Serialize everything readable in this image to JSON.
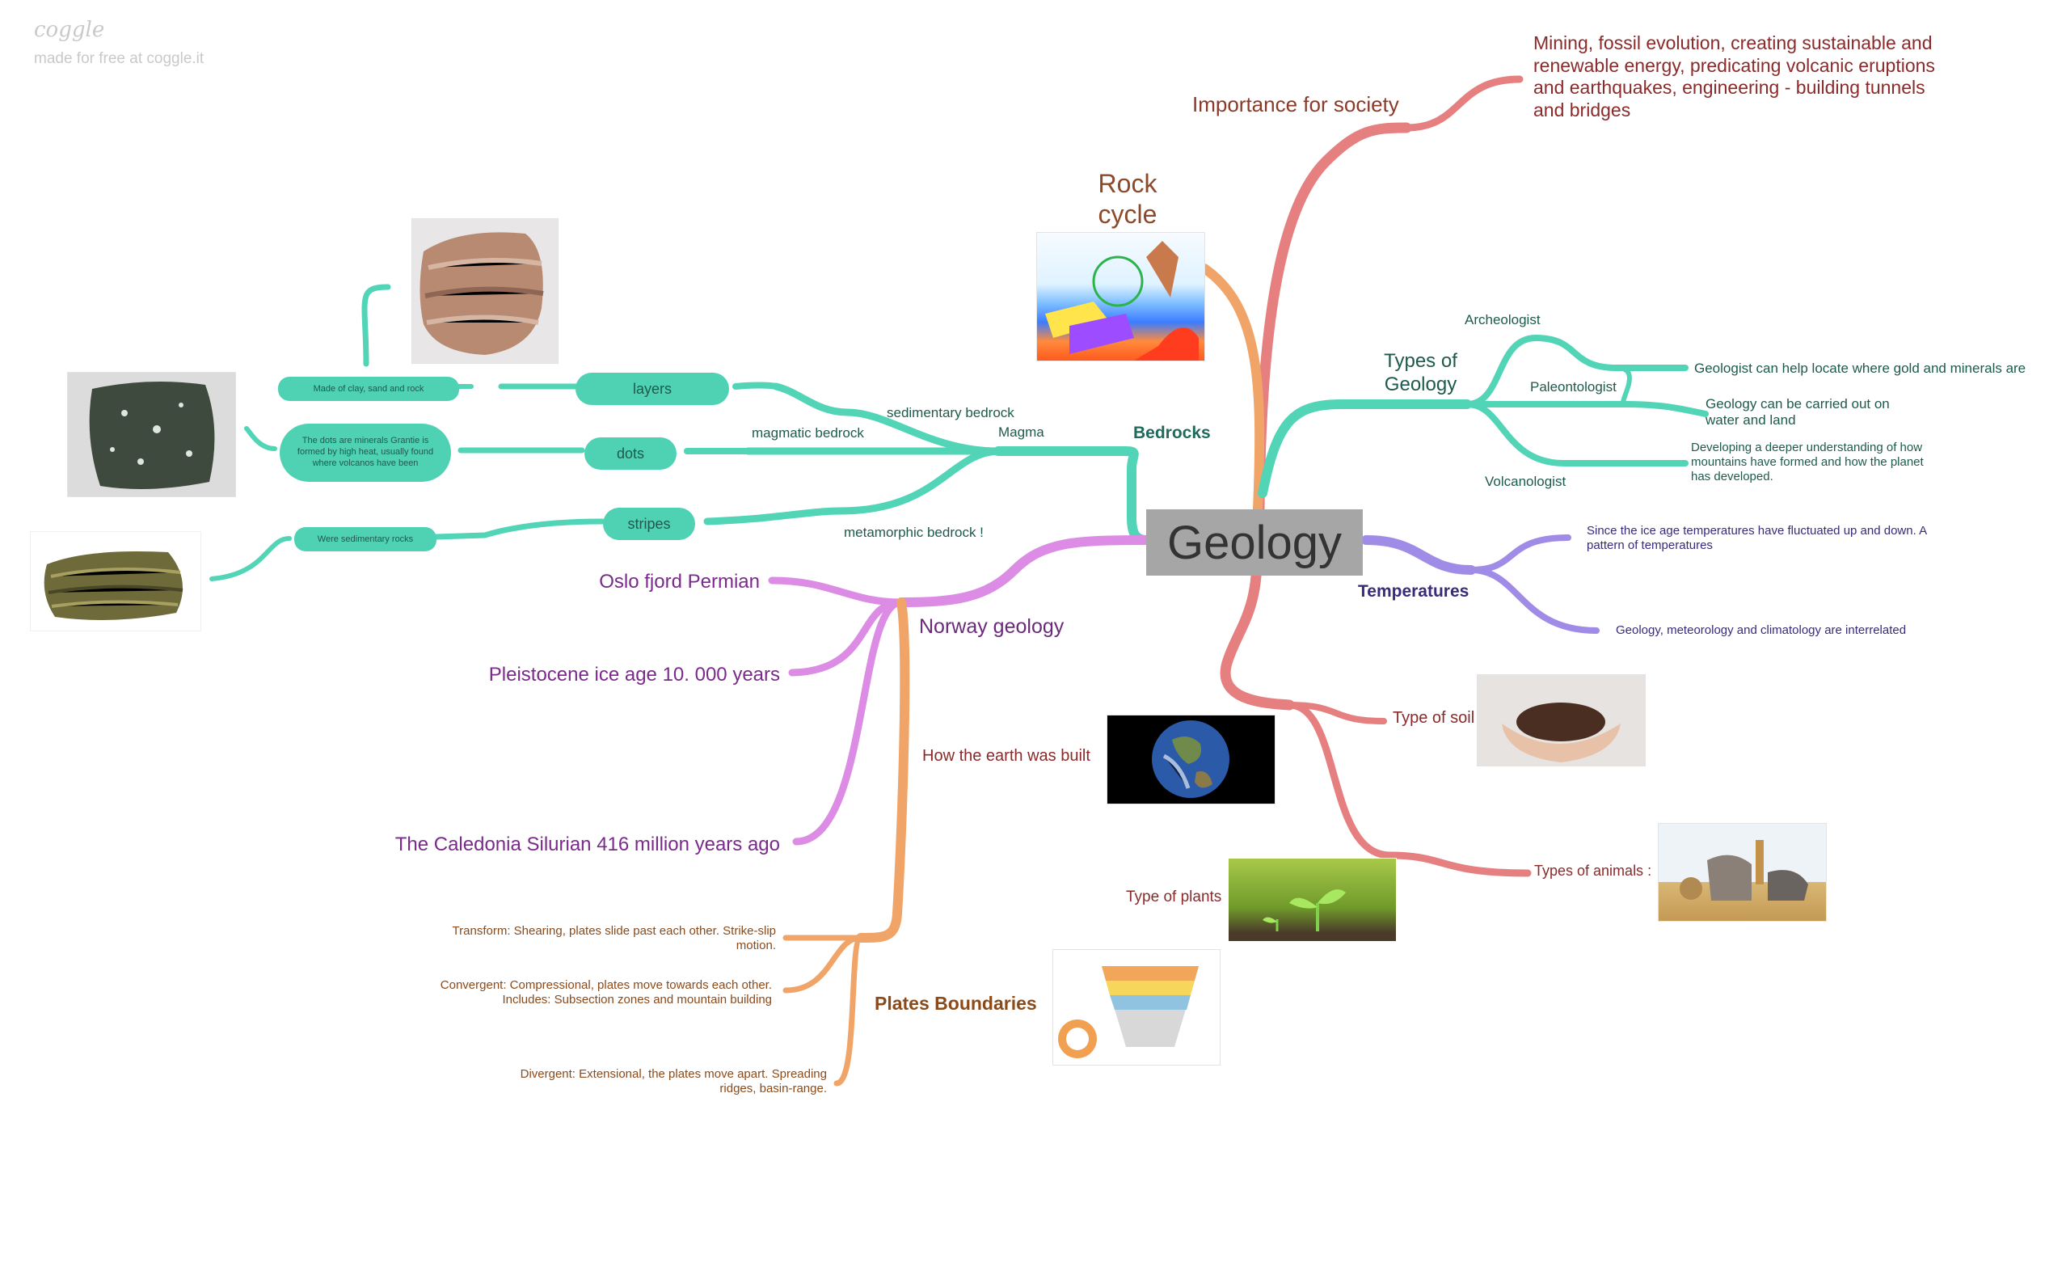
{
  "brand": {
    "logo": "coggle",
    "tagline": "made for free at coggle.it"
  },
  "root": "Geology",
  "colors": {
    "teal": "#52d4b6",
    "red": "#e68080",
    "orange": "#f0a468",
    "pink": "#dc8ce4",
    "purple": "#a08ce6",
    "center": "#a6a6a6"
  },
  "importance": {
    "title": "Importance for society",
    "detail": "Mining, fossil evolution, creating sustainable and renewable energy, predicating volcanic eruptions and earthquakes, engineering - building tunnels and bridges"
  },
  "rock_cycle": {
    "title": "Rock cycle"
  },
  "types_of_geology": {
    "title": "Types of Geology",
    "items": [
      "Archeologist",
      "Paleontologist",
      "Volcanologist"
    ],
    "notes": [
      "Geologist can help locate where gold and minerals are",
      "Geology can be carried out on water and land",
      "Developing a deeper understanding of how mountains have formed and how the planet has developed."
    ]
  },
  "bedrocks": {
    "title": "Bedrocks",
    "magma": "Magma",
    "sedimentary": "sedimentary bedrock",
    "magmatic": "magmatic bedrock",
    "metamorphic": "metamorphic bedrock !",
    "layers": "layers",
    "dots": "dots",
    "stripes": "stripes",
    "layers_note": "Made of clay, sand and rock",
    "dots_note": "The dots are minerals Grantie is formed by high heat, usually found where volcanos have been",
    "stripes_note": "Were sedimentary rocks"
  },
  "temperatures": {
    "title": "Temperatures",
    "notes": [
      "Since the ice age temperatures have fluctuated up and down. A pattern of temperatures",
      "Geology, meteorology and climatology are interrelated"
    ]
  },
  "norway": {
    "title": "Norway geology",
    "items": [
      "Oslo fjord Permian",
      "Pleistocene ice age 10. 000 years",
      "The Caledonia Silurian 416 million years ago"
    ]
  },
  "plates": {
    "title": "Plates Boundaries",
    "items": [
      "Transform: Shearing, plates slide past each other. Strike-slip motion.",
      "Convergent: Compressional, plates move towards each other. Includes: Subsection zones and mountain building",
      "Divergent: Extensional, the plates move apart. Spreading ridges, basin-range."
    ]
  },
  "earth": {
    "title": "How the earth was built"
  },
  "soil": {
    "title": "Type of soil"
  },
  "animals": {
    "title": "Types of animals :"
  },
  "plants": {
    "title": "Type of plants"
  }
}
